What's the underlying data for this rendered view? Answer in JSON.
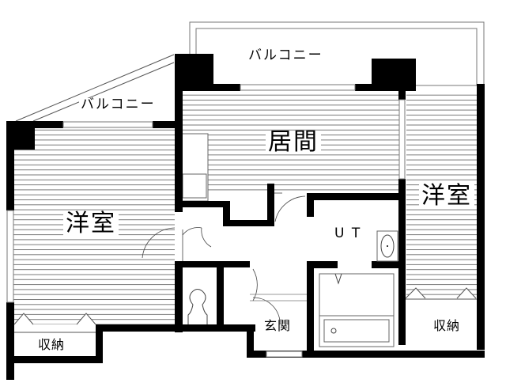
{
  "floor_plan": {
    "rooms": {
      "western_room_left": {
        "label": "洋室"
      },
      "western_room_right": {
        "label": "洋室"
      },
      "living_room": {
        "label": "居間"
      },
      "utility": {
        "label": "U T"
      },
      "entrance": {
        "label": "玄関"
      },
      "storage_left": {
        "label": "収納"
      },
      "storage_right": {
        "label": "収納"
      },
      "balcony_top": {
        "label": "バルコニー"
      },
      "balcony_left": {
        "label": "バルコニー"
      }
    },
    "colors": {
      "wall": "#000000",
      "floor_lines": "#9a9a9a",
      "background": "#ffffff"
    }
  }
}
